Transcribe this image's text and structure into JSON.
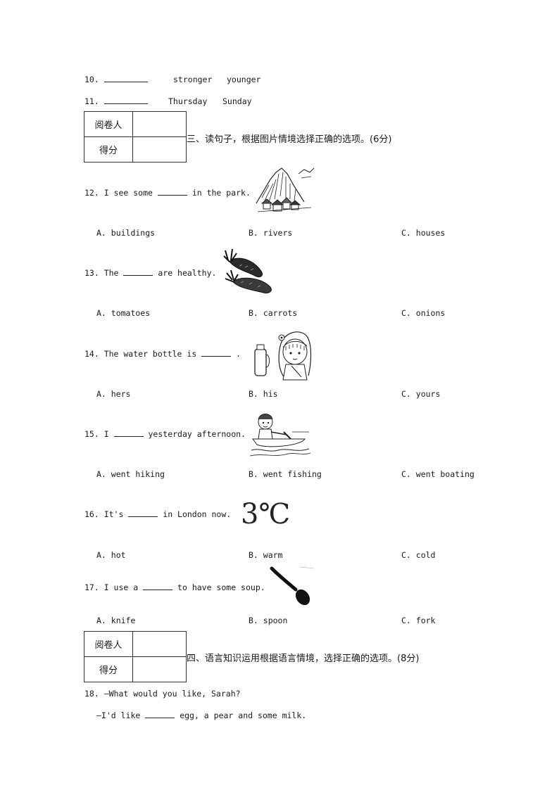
{
  "q10": {
    "num": "10.",
    "opt1": "stronger",
    "opt2": "younger"
  },
  "q11": {
    "num": "11.",
    "opt1": "Thursday",
    "opt2": "Sunday"
  },
  "section3": {
    "reviewer_label": "阅卷人",
    "score_label": "得分",
    "heading": "三、读句子，根据图片情境选择正确的选项。(6分)"
  },
  "q12": {
    "stem_a": "12. I see some",
    "stem_b": "in the park.",
    "a": "A. buildings",
    "b": "B. rivers",
    "c": "C. houses",
    "image_icon": "mountain-village-icon"
  },
  "q13": {
    "stem_a": "13. The",
    "stem_b": "are healthy.",
    "a": "A. tomatoes",
    "b": "B. carrots",
    "c": "C. onions",
    "image_icon": "carrots-icon"
  },
  "q14": {
    "stem_a": "14. The water bottle is",
    "stem_b": ".",
    "a": "A. hers",
    "b": "B. his",
    "c": "C. yours",
    "image_icon": "bottle-and-girl-icon"
  },
  "q15": {
    "stem_a": "15. I",
    "stem_b": "yesterday afternoon.",
    "a": "A. went hiking",
    "b": "B. went fishing",
    "c": "C. went boating",
    "image_icon": "boy-in-boat-icon"
  },
  "q16": {
    "stem_a": "16. It's",
    "stem_b": "in London now.",
    "temperature": "3℃",
    "a": "A. hot",
    "b": "B. warm",
    "c": "C. cold"
  },
  "q17": {
    "stem_a": "17. I use a",
    "stem_b": "to have some soup.",
    "a": "A. knife",
    "b": "B. spoon",
    "c": "C. fork",
    "image_icon": "spoon-icon"
  },
  "section4": {
    "reviewer_label": "阅卷人",
    "score_label": "得分",
    "heading": "四、语言知识运用根据语言情境，选择正确的选项。(8分)"
  },
  "q18": {
    "line1": "18. —What would you like, Sarah?",
    "line2_a": "—I'd like",
    "line2_b": "egg, a pear and some milk."
  }
}
